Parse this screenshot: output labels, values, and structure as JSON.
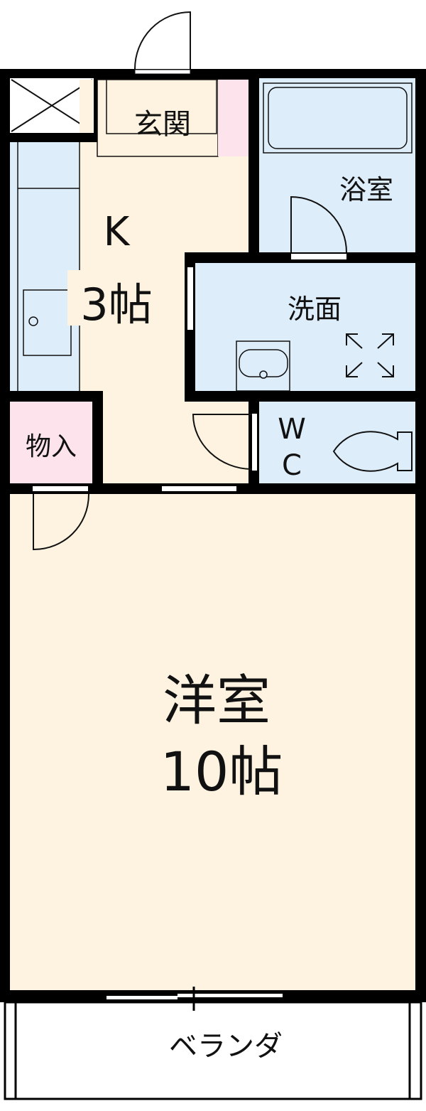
{
  "rooms": {
    "entrance": "玄関",
    "kitchen": "K",
    "kitchen_size": "3帖",
    "bath": "浴室",
    "washroom": "洗面",
    "wc_line1": "W",
    "wc_line2": "C",
    "storage": "物入",
    "western_room": "洋室",
    "western_room_size": "10帖",
    "balcony": "ベランダ"
  },
  "colors": {
    "wet_area": "#deedfa",
    "living_area": "#fdf3e0",
    "storage": "#fde4ec",
    "wall": "#000000"
  }
}
